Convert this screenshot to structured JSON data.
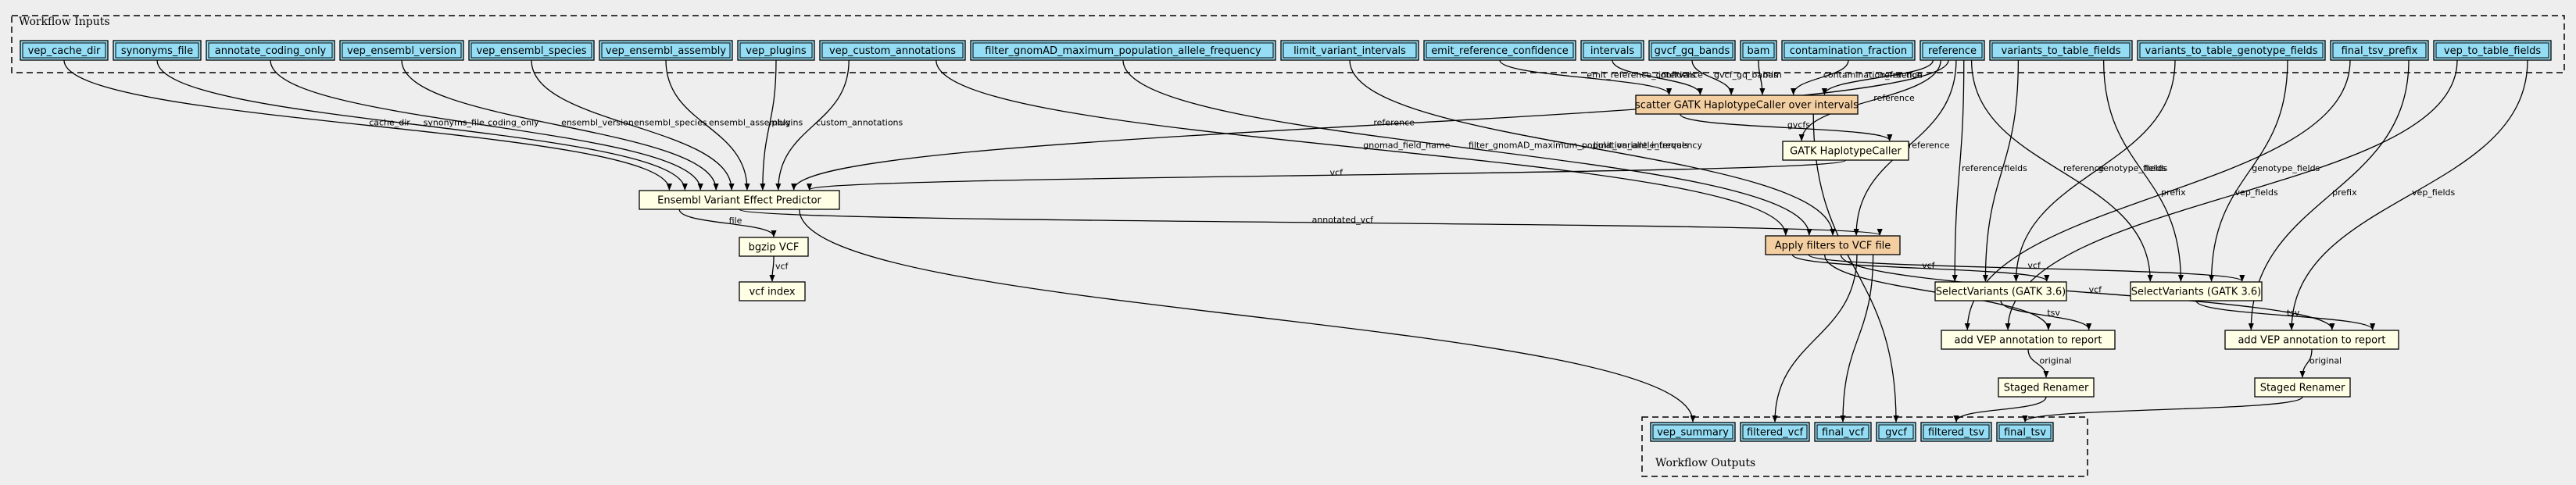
{
  "clusters": {
    "inputs_label": "Workflow Inputs",
    "outputs_label": "Workflow Outputs"
  },
  "colors": {
    "io_fill": "#94ddf4",
    "step_fill": "#ffffe6",
    "scatter_fill": "#f3cea1",
    "background": "#eeeeee",
    "stroke": "#000000"
  },
  "nodes": [
    {
      "id": "vep_cache_dir",
      "label": "vep_cache_dir",
      "kind": "io"
    },
    {
      "id": "synonyms_file",
      "label": "synonyms_file",
      "kind": "io"
    },
    {
      "id": "annotate_coding_only",
      "label": "annotate_coding_only",
      "kind": "io"
    },
    {
      "id": "vep_ensembl_version",
      "label": "vep_ensembl_version",
      "kind": "io"
    },
    {
      "id": "vep_ensembl_species",
      "label": "vep_ensembl_species",
      "kind": "io"
    },
    {
      "id": "vep_ensembl_assembly",
      "label": "vep_ensembl_assembly",
      "kind": "io"
    },
    {
      "id": "vep_plugins",
      "label": "vep_plugins",
      "kind": "io"
    },
    {
      "id": "vep_custom_annotations",
      "label": "vep_custom_annotations",
      "kind": "io"
    },
    {
      "id": "filter_gnomad",
      "label": "filter_gnomAD_maximum_population_allele_frequency",
      "kind": "io"
    },
    {
      "id": "limit_variant_intervals",
      "label": "limit_variant_intervals",
      "kind": "io"
    },
    {
      "id": "emit_reference_confidence",
      "label": "emit_reference_confidence",
      "kind": "io"
    },
    {
      "id": "intervals",
      "label": "intervals",
      "kind": "io"
    },
    {
      "id": "gvcf_gq_bands",
      "label": "gvcf_gq_bands",
      "kind": "io"
    },
    {
      "id": "bam",
      "label": "bam",
      "kind": "io"
    },
    {
      "id": "contamination_fraction",
      "label": "contamination_fraction",
      "kind": "io"
    },
    {
      "id": "reference",
      "label": "reference",
      "kind": "io"
    },
    {
      "id": "variants_to_table_fields",
      "label": "variants_to_table_fields",
      "kind": "io"
    },
    {
      "id": "variants_to_table_genotype_fields",
      "label": "variants_to_table_genotype_fields",
      "kind": "io"
    },
    {
      "id": "final_tsv_prefix",
      "label": "final_tsv_prefix",
      "kind": "io"
    },
    {
      "id": "vep_to_table_fields",
      "label": "vep_to_table_fields",
      "kind": "io"
    },
    {
      "id": "scatter_haplotype",
      "label": "scatter GATK HaplotypeCaller over intervals",
      "kind": "scatter"
    },
    {
      "id": "gatk_haplotype",
      "label": "GATK HaplotypeCaller",
      "kind": "step"
    },
    {
      "id": "vep",
      "label": "Ensembl Variant Effect Predictor",
      "kind": "step"
    },
    {
      "id": "bgzip",
      "label": "bgzip VCF",
      "kind": "step"
    },
    {
      "id": "vcf_index",
      "label": "vcf index",
      "kind": "step"
    },
    {
      "id": "apply_filters",
      "label": "Apply filters to VCF file",
      "kind": "scatter"
    },
    {
      "id": "select_a",
      "label": "SelectVariants (GATK 3.6)",
      "kind": "step"
    },
    {
      "id": "select_b",
      "label": "SelectVariants (GATK 3.6)",
      "kind": "step"
    },
    {
      "id": "add_vep_a",
      "label": "add VEP annotation to report",
      "kind": "step"
    },
    {
      "id": "add_vep_b",
      "label": "add VEP annotation to report",
      "kind": "step"
    },
    {
      "id": "renamer_a",
      "label": "Staged Renamer",
      "kind": "step"
    },
    {
      "id": "renamer_b",
      "label": "Staged Renamer",
      "kind": "step"
    },
    {
      "id": "out_vep_summary",
      "label": "vep_summary",
      "kind": "io"
    },
    {
      "id": "out_filtered_vcf",
      "label": "filtered_vcf",
      "kind": "io"
    },
    {
      "id": "out_final_vcf",
      "label": "final_vcf",
      "kind": "io"
    },
    {
      "id": "out_gvcf",
      "label": "gvcf",
      "kind": "io"
    },
    {
      "id": "out_filtered_tsv",
      "label": "filtered_tsv",
      "kind": "io"
    },
    {
      "id": "out_final_tsv",
      "label": "final_tsv",
      "kind": "io"
    }
  ],
  "edges": [
    {
      "from": "vep_cache_dir",
      "to": "vep",
      "label": "cache_dir"
    },
    {
      "from": "synonyms_file",
      "to": "vep",
      "label": "synonyms_file"
    },
    {
      "from": "annotate_coding_only",
      "to": "vep",
      "label": "coding_only"
    },
    {
      "from": "vep_ensembl_version",
      "to": "vep",
      "label": "ensembl_version"
    },
    {
      "from": "vep_ensembl_species",
      "to": "vep",
      "label": "ensembl_species"
    },
    {
      "from": "vep_ensembl_assembly",
      "to": "vep",
      "label": "ensembl_assembly"
    },
    {
      "from": "vep_plugins",
      "to": "vep",
      "label": "plugins"
    },
    {
      "from": "vep_custom_annotations",
      "to": "vep",
      "label": "custom_annotations"
    },
    {
      "from": "vep_custom_annotations",
      "to": "apply_filters",
      "label": "gnomad_field_name"
    },
    {
      "from": "filter_gnomad",
      "to": "apply_filters",
      "label": "filter_gnomAD_maximum_population_allele_frequency"
    },
    {
      "from": "limit_variant_intervals",
      "to": "apply_filters",
      "label": "limit_variant_intervals"
    },
    {
      "from": "emit_reference_confidence",
      "to": "scatter_haplotype",
      "label": "emit_reference_confidence"
    },
    {
      "from": "intervals",
      "to": "scatter_haplotype",
      "label": "intervals"
    },
    {
      "from": "gvcf_gq_bands",
      "to": "scatter_haplotype",
      "label": "gvcf_gq_bands"
    },
    {
      "from": "bam",
      "to": "scatter_haplotype",
      "label": "bam"
    },
    {
      "from": "contamination_fraction",
      "to": "scatter_haplotype",
      "label": "contamination_fraction"
    },
    {
      "from": "reference",
      "to": "scatter_haplotype",
      "label": "reference"
    },
    {
      "from": "reference",
      "to": "gatk_haplotype",
      "label": "reference"
    },
    {
      "from": "reference",
      "to": "vep",
      "label": "reference"
    },
    {
      "from": "reference",
      "to": "apply_filters",
      "label": "reference"
    },
    {
      "from": "reference",
      "to": "select_a",
      "label": "reference"
    },
    {
      "from": "reference",
      "to": "select_b",
      "label": "reference"
    },
    {
      "from": "scatter_haplotype",
      "to": "gatk_haplotype",
      "label": "gvcfs"
    },
    {
      "from": "scatter_haplotype",
      "to": "out_gvcf",
      "label": ""
    },
    {
      "from": "gatk_haplotype",
      "to": "vep",
      "label": "vcf"
    },
    {
      "from": "vep",
      "to": "bgzip",
      "label": "file"
    },
    {
      "from": "bgzip",
      "to": "vcf_index",
      "label": "vcf"
    },
    {
      "from": "vep",
      "to": "apply_filters",
      "label": "annotated_vcf"
    },
    {
      "from": "vep",
      "to": "out_vep_summary",
      "label": ""
    },
    {
      "from": "variants_to_table_fields",
      "to": "select_a",
      "label": "fields"
    },
    {
      "from": "variants_to_table_fields",
      "to": "select_b",
      "label": "fields"
    },
    {
      "from": "variants_to_table_genotype_fields",
      "to": "select_a",
      "label": "genotype_fields"
    },
    {
      "from": "variants_to_table_genotype_fields",
      "to": "select_b",
      "label": "genotype_fields"
    },
    {
      "from": "final_tsv_prefix",
      "to": "add_vep_a",
      "label": "prefix"
    },
    {
      "from": "final_tsv_prefix",
      "to": "add_vep_b",
      "label": "prefix"
    },
    {
      "from": "vep_to_table_fields",
      "to": "add_vep_a",
      "label": "vep_fields"
    },
    {
      "from": "vep_to_table_fields",
      "to": "add_vep_b",
      "label": "vep_fields"
    },
    {
      "from": "apply_filters",
      "to": "select_a",
      "label": "vcf"
    },
    {
      "from": "apply_filters",
      "to": "select_b",
      "label": "vcf"
    },
    {
      "from": "apply_filters",
      "to": "add_vep_a",
      "label": "vcf"
    },
    {
      "from": "apply_filters",
      "to": "add_vep_b",
      "label": "vcf"
    },
    {
      "from": "apply_filters",
      "to": "out_filtered_vcf",
      "label": ""
    },
    {
      "from": "apply_filters",
      "to": "out_final_vcf",
      "label": ""
    },
    {
      "from": "select_a",
      "to": "add_vep_a",
      "label": "tsv"
    },
    {
      "from": "select_b",
      "to": "add_vep_b",
      "label": "tsv"
    },
    {
      "from": "add_vep_a",
      "to": "renamer_a",
      "label": "original"
    },
    {
      "from": "add_vep_b",
      "to": "renamer_b",
      "label": "original"
    },
    {
      "from": "renamer_a",
      "to": "out_filtered_tsv",
      "label": ""
    },
    {
      "from": "renamer_b",
      "to": "out_final_tsv",
      "label": ""
    }
  ]
}
